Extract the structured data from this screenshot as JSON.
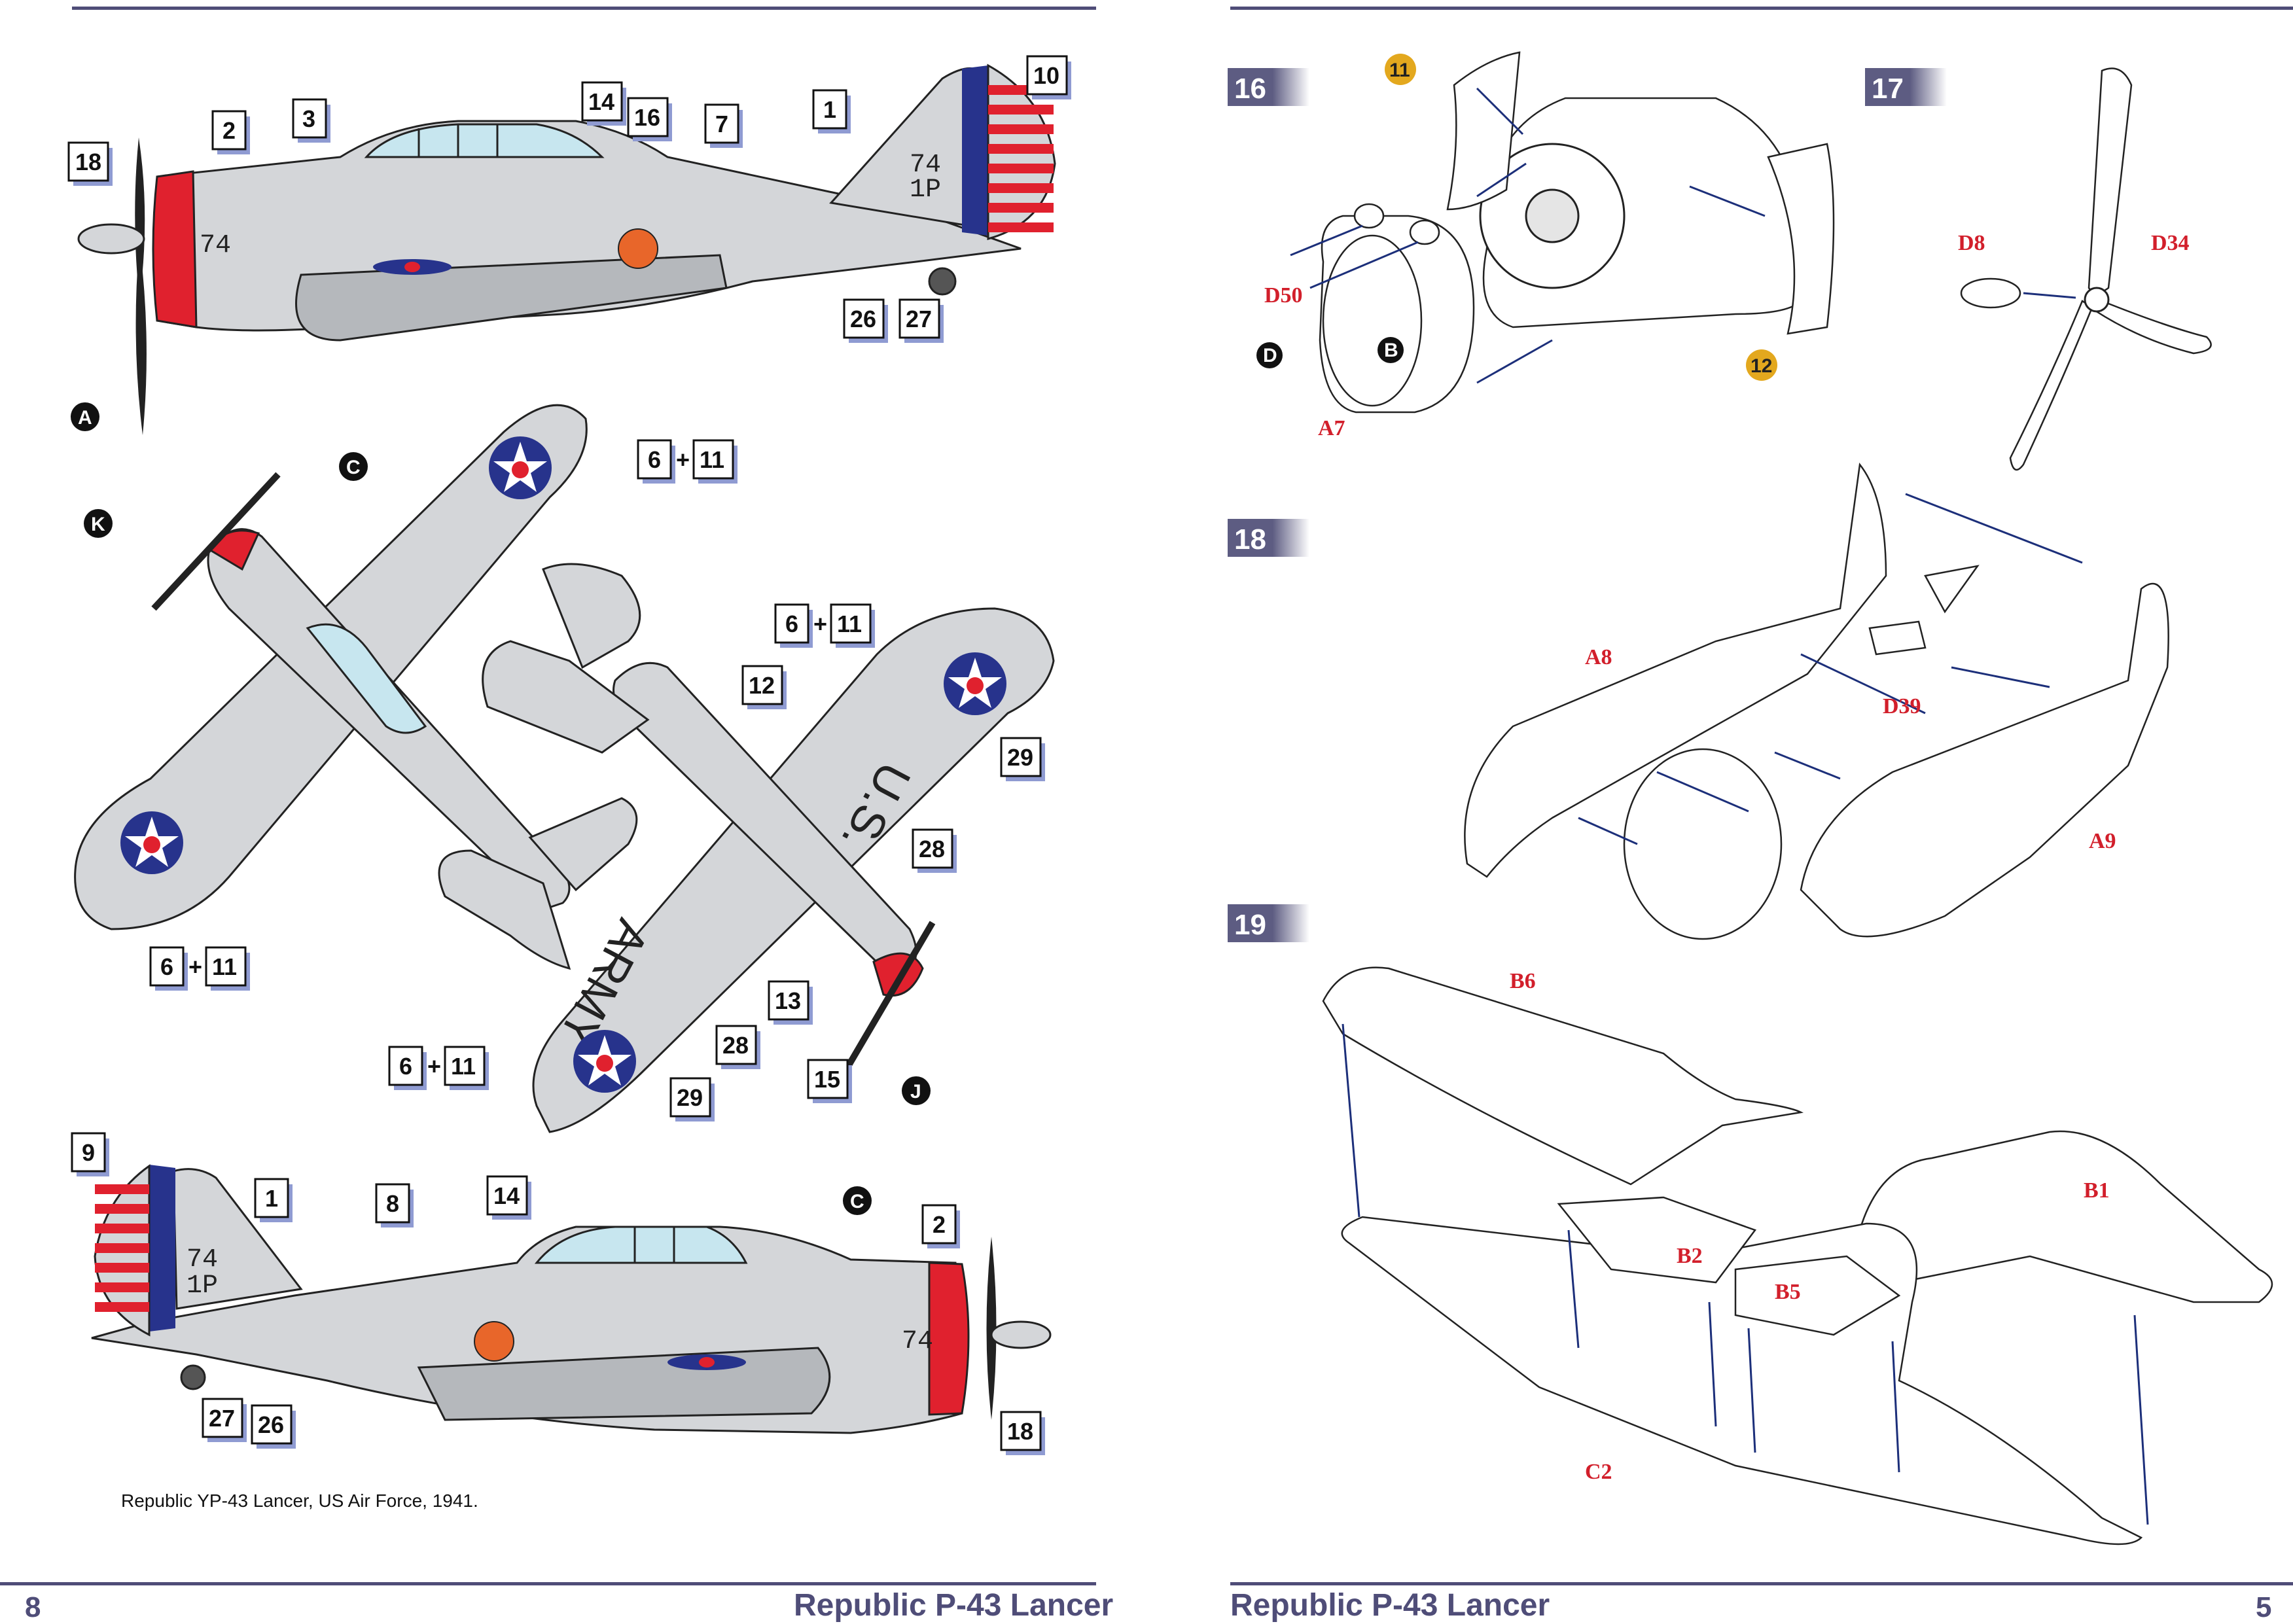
{
  "left_page": {
    "folio": "8",
    "footer_title": "Republic P-43 Lancer",
    "caption": "Republic YP-43 Lancer, US Air Force, 1941.",
    "side_view_top": {
      "callouts": [
        "18",
        "2",
        "3",
        "14",
        "16",
        "7",
        "1",
        "10",
        "26",
        "27"
      ],
      "letters": [
        "A"
      ],
      "fuselage_number": "74",
      "tail_code_1": "74",
      "tail_code_2": "1P"
    },
    "plan_views": {
      "callouts": [
        "6",
        "11",
        "6",
        "11",
        "6",
        "11",
        "6",
        "11",
        "12",
        "29",
        "28",
        "13",
        "28",
        "15",
        "29"
      ],
      "letters": [
        "C",
        "K",
        "J"
      ],
      "wing_text_1": "U.S.",
      "wing_text_2": "ARMY"
    },
    "side_view_bottom": {
      "callouts": [
        "9",
        "1",
        "8",
        "14",
        "2",
        "27",
        "26",
        "18"
      ],
      "letters": [
        "C"
      ],
      "fuselage_number": "74",
      "tail_code_1": "74",
      "tail_code_2": "1P"
    }
  },
  "right_page": {
    "folio": "5",
    "footer_title": "Republic P-43 Lancer",
    "steps": [
      {
        "number": "16",
        "parts": [
          "D50",
          "A7"
        ],
        "letters": [
          "D",
          "B"
        ],
        "gold_markers": [
          "11",
          "12"
        ]
      },
      {
        "number": "17",
        "parts": [
          "D8",
          "D34"
        ]
      },
      {
        "number": "18",
        "parts": [
          "A8",
          "D39",
          "A9"
        ]
      },
      {
        "number": "19",
        "parts": [
          "B6",
          "B1",
          "B2",
          "B5",
          "C2"
        ]
      }
    ]
  },
  "colors": {
    "accent": "#4f4d78",
    "step_box": "#5d5c82",
    "part_label": "#d21f2b",
    "arrow": "#1c2f7a",
    "callout_shadow": "#8f9bd2",
    "insignia_blue": "#27338c",
    "insignia_red": "#e0212e",
    "aircraft_silver": "#d4d6d9",
    "canopy": "#c7e6ef",
    "marker_gold": "#e3a81e"
  }
}
